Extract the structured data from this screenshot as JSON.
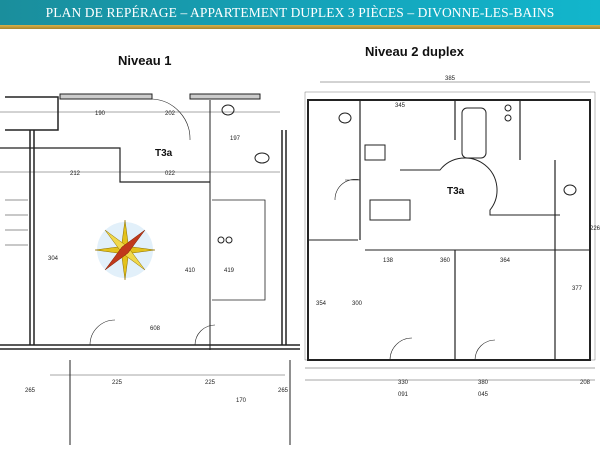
{
  "header": {
    "title": "PLAN DE REPÉRAGE – APPARTEMENT DUPLEX 3 PIÈCES – DIVONNE-LES-BAINS"
  },
  "colors": {
    "header": "#14a6bd",
    "accent_line": "#d9b24a",
    "walls": "#222222"
  },
  "level1": {
    "label": "Niveau 1",
    "room": "T3a",
    "dims": [
      "190",
      "202",
      "212",
      "022",
      "197",
      "304",
      "410",
      "419",
      "608",
      "225",
      "225",
      "170",
      "265",
      "265"
    ]
  },
  "level2": {
    "label": "Niveau 2 duplex",
    "room": "T3a",
    "dims": [
      "385",
      "345",
      "138",
      "360",
      "364",
      "300",
      "354",
      "377",
      "330",
      "380",
      "091",
      "045",
      "208",
      "226"
    ]
  },
  "compass": {
    "icon": "compass-rose-icon"
  }
}
